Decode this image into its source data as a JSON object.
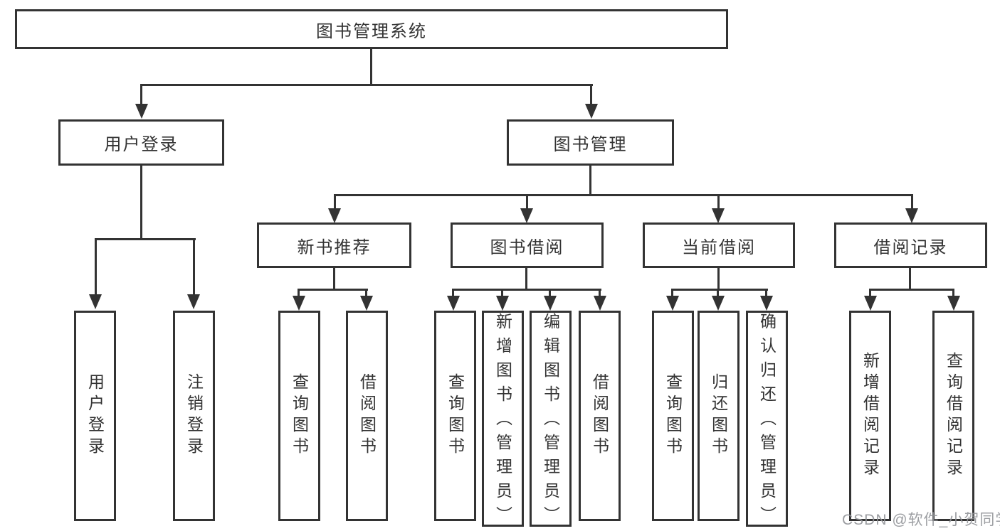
{
  "tree": {
    "root": {
      "label": "图书管理系统"
    },
    "children": [
      {
        "label": "用户登录",
        "children": [
          {
            "label": "用户登录"
          },
          {
            "label": "注销登录"
          }
        ]
      },
      {
        "label": "图书管理",
        "children": [
          {
            "label": "新书推荐",
            "children": [
              {
                "label": "查询图书"
              },
              {
                "label": "借阅图书"
              }
            ]
          },
          {
            "label": "图书借阅",
            "children": [
              {
                "label": "查询图书"
              },
              {
                "label": "新增图书（管理员）"
              },
              {
                "label": "编辑图书（管理员）"
              },
              {
                "label": "借阅图书"
              }
            ]
          },
          {
            "label": "当前借阅",
            "children": [
              {
                "label": "查询图书"
              },
              {
                "label": "归还图书"
              },
              {
                "label": "确认归还（管理员）"
              }
            ]
          },
          {
            "label": "借阅记录",
            "children": [
              {
                "label": "新增借阅记录"
              },
              {
                "label": "查询借阅记录"
              }
            ]
          }
        ]
      }
    ]
  },
  "watermark": {
    "text": "CSDN @软件_小贺同学"
  },
  "colors": {
    "line": "#333333",
    "text": "#333333",
    "background": "#ffffff",
    "watermark": "#919498"
  }
}
